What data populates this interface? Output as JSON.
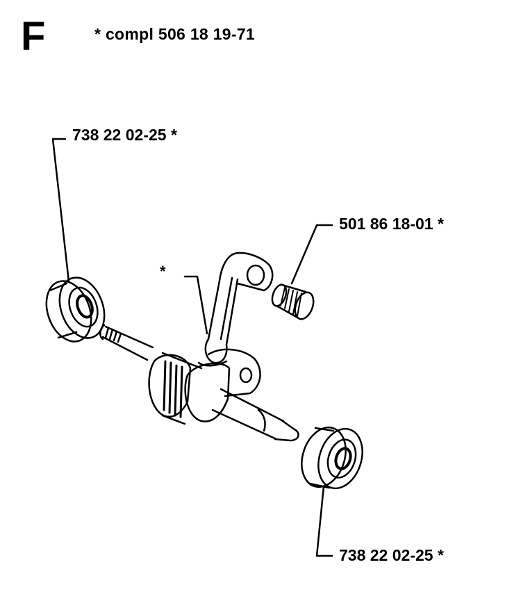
{
  "header": {
    "section_letter": "F",
    "assembly_note": "*  compl 506 18 19-71"
  },
  "parts": [
    {
      "part_number": "738 22 02-25  *",
      "component": "ball-bearing"
    },
    {
      "part_number": "501 86 18-01  *",
      "component": "needle-bearing"
    },
    {
      "part_number": "738 22 02-25  *",
      "component": "ball-bearing"
    }
  ],
  "crankshaft_marker": "*"
}
